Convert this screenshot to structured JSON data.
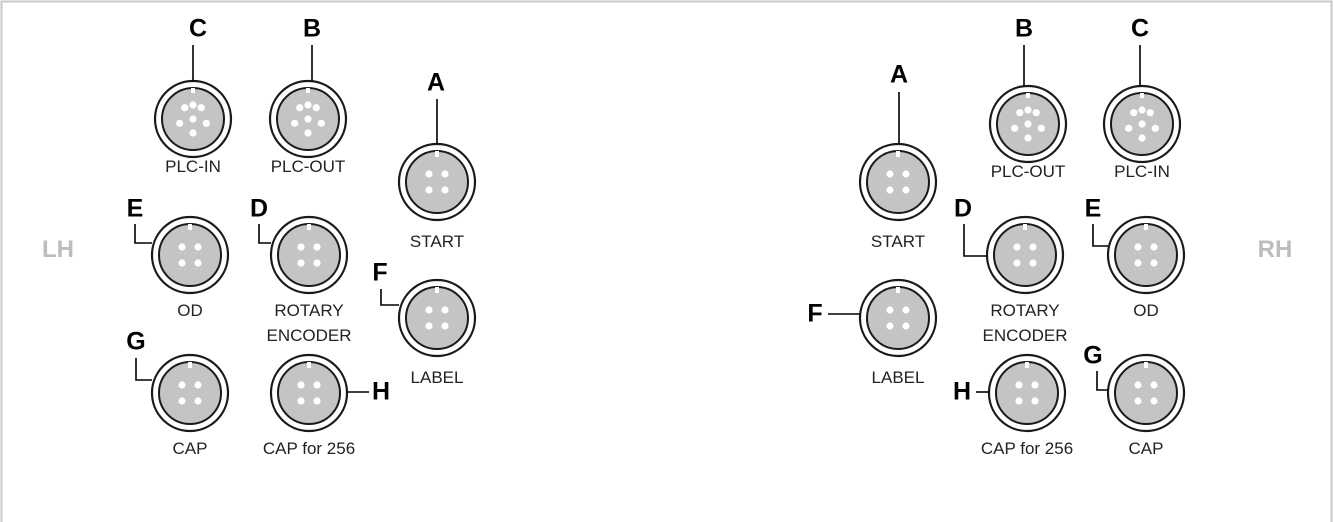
{
  "sides": {
    "left": "LH",
    "right": "RH"
  },
  "letters": {
    "a": "A",
    "b": "B",
    "c": "C",
    "d": "D",
    "e": "E",
    "f": "F",
    "g": "G",
    "h": "H"
  },
  "connectors": {
    "plc_in": "PLC-IN",
    "plc_out": "PLC-OUT",
    "start": "START",
    "od": "OD",
    "rotary_1": "ROTARY",
    "rotary_2": "ENCODER",
    "label": "LABEL",
    "cap": "CAP",
    "cap256": "CAP for 256"
  },
  "colors": {
    "frame": "#c8c8c8",
    "connector_fill": "#c4c4c4",
    "pin": "#ffffff",
    "ring": "#1a1a1a",
    "side_label": "#bdbdbd"
  }
}
